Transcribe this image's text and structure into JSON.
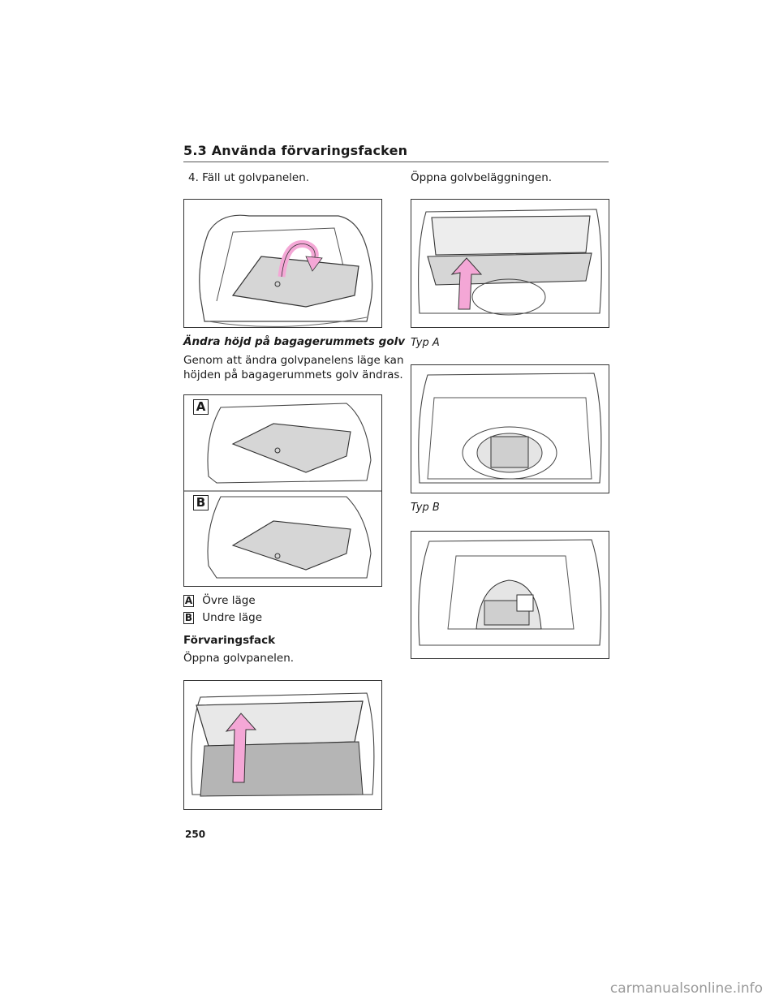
{
  "header": {
    "section_title": "5.3 Använda förvaringsfacken"
  },
  "left": {
    "step4": "4. Fäll ut golvpanelen.",
    "height_heading": "Ändra höjd på bagagerummets golv",
    "height_body_1": "Genom att ändra golvpanelens läge kan",
    "height_body_2": "höjden på bagagerummets golv ändras.",
    "fig_label_a": "A",
    "fig_label_b": "B",
    "legend": [
      {
        "key": "A",
        "text": "Övre läge"
      },
      {
        "key": "B",
        "text": "Undre läge"
      }
    ],
    "storage_heading": "Förvaringsfack",
    "storage_body": "Öppna golvpanelen."
  },
  "right": {
    "open_cover": "Öppna golvbeläggningen.",
    "type_a": "Typ A",
    "type_b": "Typ B"
  },
  "footer": {
    "page_number": "250",
    "watermark": "carmanualsonline.info"
  },
  "colors": {
    "arrow_pink": "#f4a7d6",
    "panel_gray": "#d6d6d6",
    "line": "#333333"
  }
}
